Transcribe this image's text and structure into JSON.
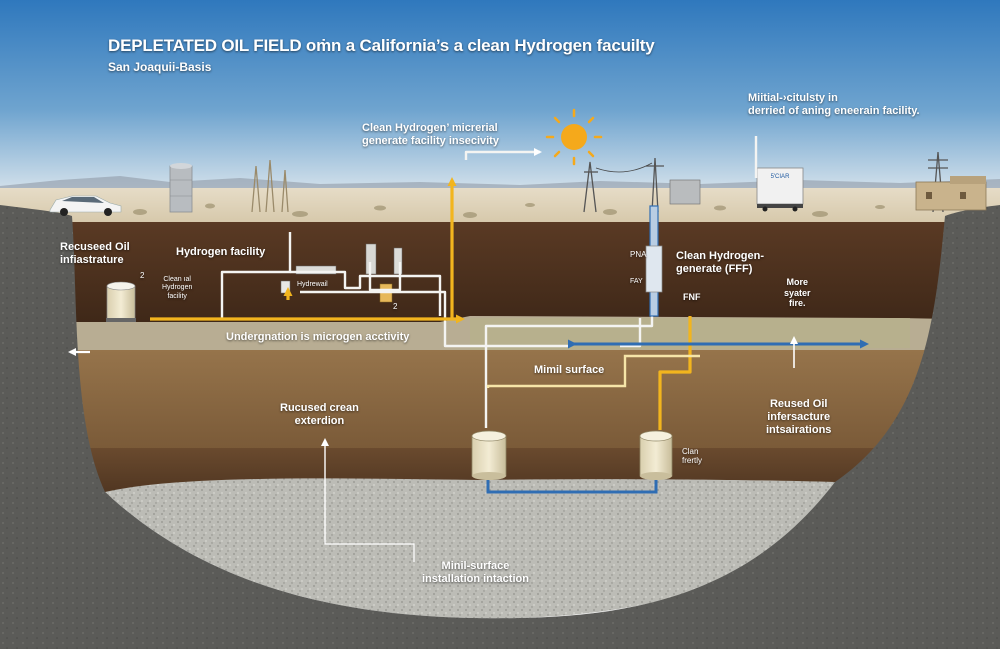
{
  "title": "DEPLETATED OIL FIELD oṁn a California’s a clean Hydrogen facuilty",
  "subtitle": "San Joaquii-Basis",
  "labels": {
    "clean_h2_micro": "Clean Hydrogen’ micrerial\ngenerate facility insecivity",
    "mitial_citulsty": "Miitial-›citulsty in\nderried of aning eneerain facility.",
    "recused_oil": "Recuseed Oil\ninfiastrature",
    "hydrogen_facility": "Hydrogen facility",
    "clean_h2_facility": "Clean ıal\nHydrogen\nfacility",
    "hydrewail": "Hydrewail",
    "num_2a": "2",
    "num_2b": "2",
    "pna": "PNA",
    "fay": "FAY",
    "clean_h2_generate": "Clean Hydrogen-\ngenerate (FFF)",
    "fnf": "FNF",
    "more_syater": "More\nsyater\nfire.",
    "undergnation": "Undergnation is microgen acctivity",
    "minil_surface": "Mimil surface",
    "reused_oil": "Reused Oil\ninfersacture\nintsairations",
    "rucused_crean": "Rucused crean\nexterdion",
    "clan_frertly": "Clan\nfrertly",
    "minil_surface_install": "Minil-surface\ninstallation intaction",
    "trailer_sign": "5'CIAR"
  },
  "colors": {
    "sky_top": "#2f78bd",
    "sky_bottom": "#d8e6ef",
    "pipe_yellow": "#f2b51e",
    "pipe_blue": "#2f6db3",
    "pipe_white": "#f4f4f2",
    "soil_dark": "#4e3220",
    "soil_mid": "#8c6a45",
    "rock_grey": "#bdbdb7"
  }
}
